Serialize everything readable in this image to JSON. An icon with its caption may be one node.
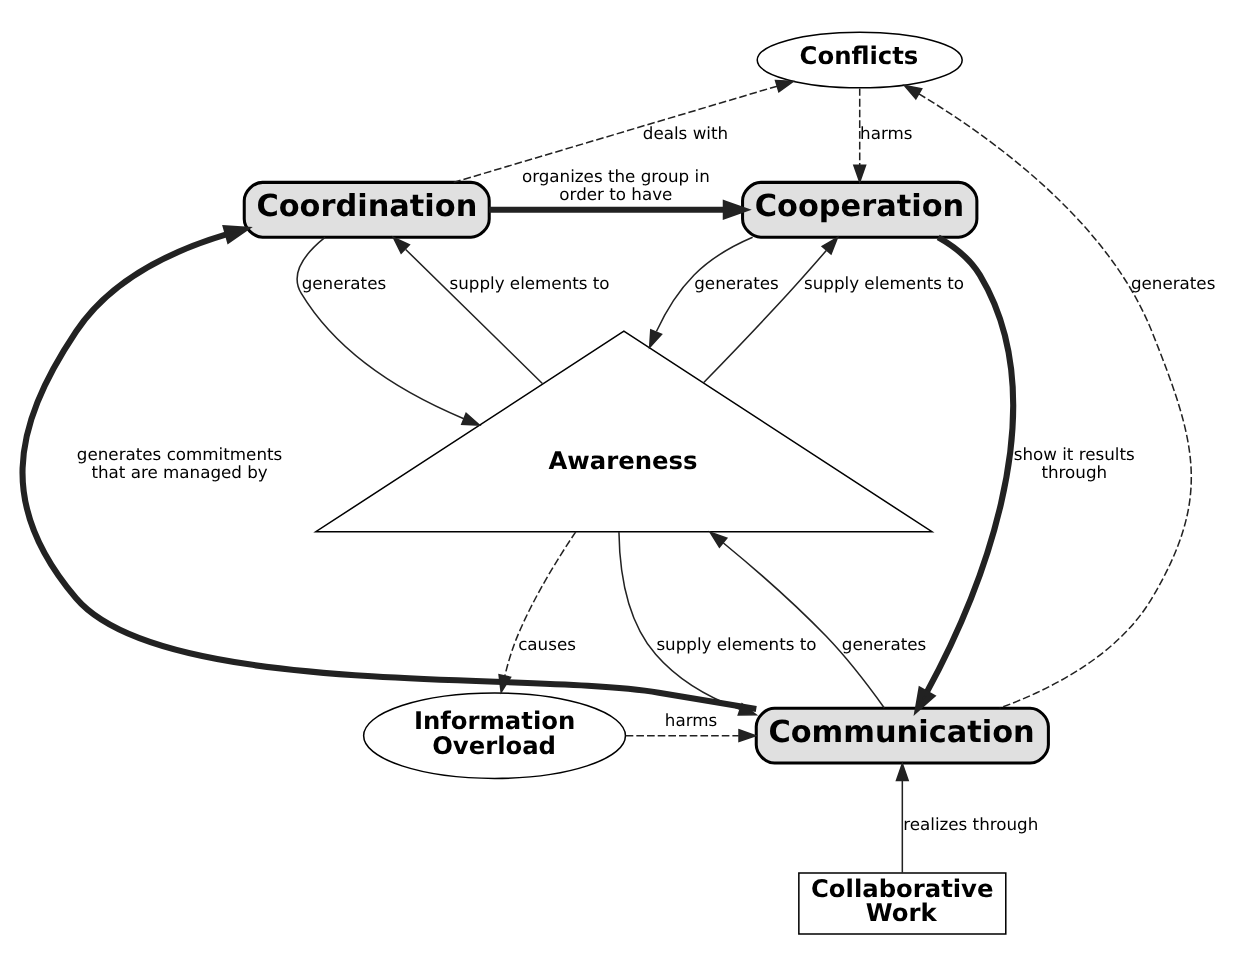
{
  "diagram": {
    "nodes": [
      {
        "text": [
          "Conflicts"
        ]
      },
      {
        "text": [
          "Coordination"
        ]
      },
      {
        "text": [
          "Cooperation"
        ]
      },
      {
        "text": [
          "Awareness"
        ]
      },
      {
        "text": [
          "Communication"
        ]
      },
      {
        "text": [
          "Collaborative Work"
        ]
      },
      {
        "text": [
          "Information Overload"
        ]
      }
    ],
    "edges": [
      {
        "from": 4,
        "to": 0,
        "arrow": "to",
        "label": "generates",
        "style": "dashed"
      },
      {
        "from": 1,
        "to": 0,
        "arrow": "to",
        "label": "deals with",
        "style": "dashed"
      },
      {
        "from": 0,
        "to": 2,
        "arrow": "to",
        "label": "harms",
        "style": "dashed"
      },
      {
        "from": 1,
        "to": 2,
        "arrow": "to",
        "label": "organizes the group in order to have",
        "style": "thick"
      },
      {
        "from": 1,
        "to": 3,
        "arrow": "to",
        "label": "generates"
      },
      {
        "from": 2,
        "to": 3,
        "arrow": "to",
        "label": "generates"
      },
      {
        "from": 3,
        "to": 1,
        "arrow": "to",
        "label": "supply elements to"
      },
      {
        "from": 3,
        "to": 2,
        "arrow": "to",
        "label": "supply elements to"
      },
      {
        "from": 3,
        "to": 4,
        "arrow": "to",
        "label": "supply elements to"
      },
      {
        "from": 4,
        "to": 3,
        "arrow": "to",
        "label": "generates"
      },
      {
        "from": 4,
        "to": 1,
        "arrow": "to",
        "label": "generates commitments that are managed by",
        "style": "thick"
      },
      {
        "from": 2,
        "to": 4,
        "arrow": "to",
        "label": "show it results through",
        "style": "thick"
      },
      {
        "from": 3,
        "to": 6,
        "arrow": "to",
        "label": "causes",
        "style": "dashed"
      },
      {
        "from": 6,
        "to": 4,
        "arrow": "to",
        "label": "harms",
        "style": "dashed"
      },
      {
        "from": 5,
        "to": 4,
        "arrow": "to",
        "label": "realizes through"
      }
    ]
  }
}
